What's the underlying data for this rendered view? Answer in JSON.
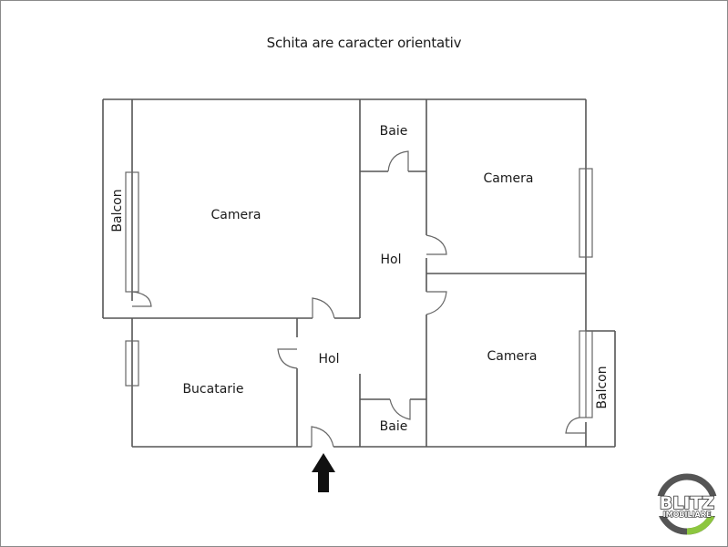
{
  "title": "Schita are caracter orientativ",
  "rooms": {
    "camera_left": "Camera",
    "balcon_left": "Balcon",
    "baie_top": "Baie",
    "camera_top_right": "Camera",
    "hol_upper": "Hol",
    "hol_lower": "Hol",
    "bucatarie": "Bucatarie",
    "baie_bottom": "Baie",
    "camera_bottom_right": "Camera",
    "balcon_right": "Balcon"
  },
  "entrance": {
    "icon": "arrow-up-icon"
  },
  "logo": {
    "line1": "BLITZ",
    "line2": "IMOBILIARE",
    "ring_color": "#555555",
    "accent_color": "#8dc63f"
  },
  "colors": {
    "wall": "#555555",
    "text": "#1a1a1a",
    "background": "#ffffff"
  }
}
